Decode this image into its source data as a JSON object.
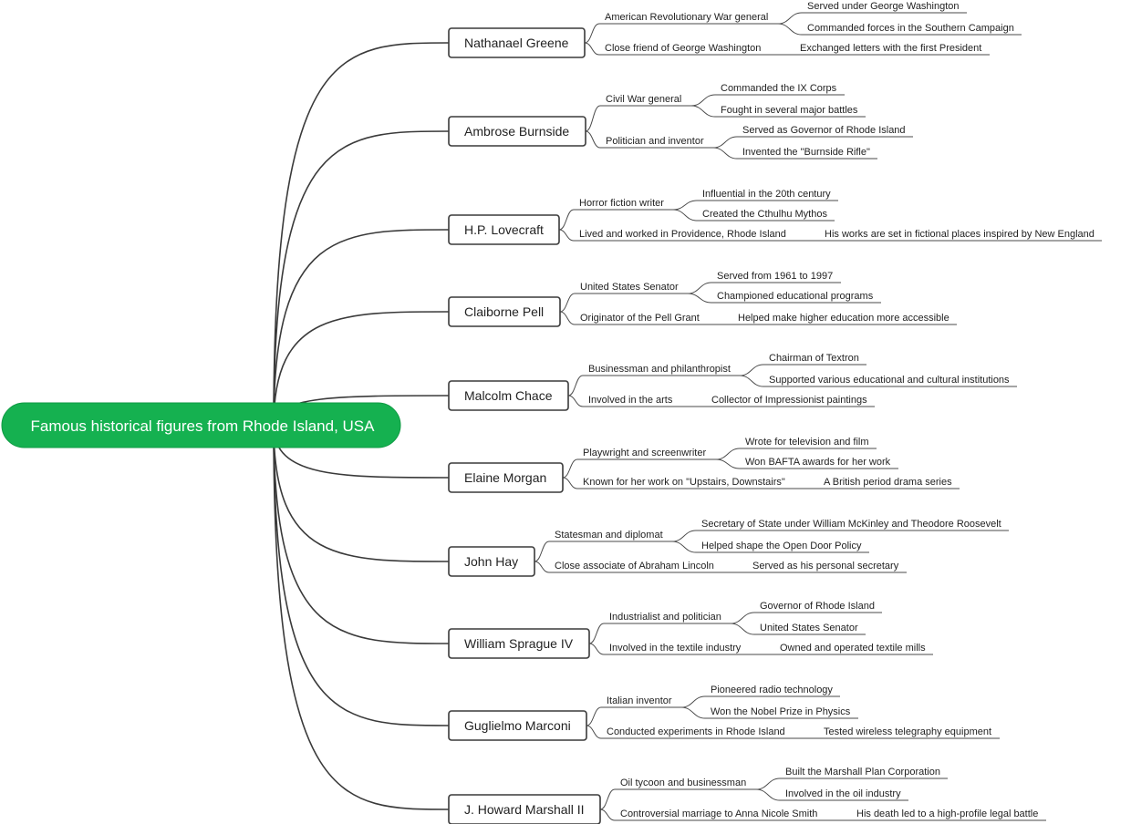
{
  "root": "Famous historical figures from Rhode Island, USA",
  "topics": [
    {
      "label": "Nathanael Greene",
      "branches": [
        {
          "label": "American Revolutionary War general",
          "children": [
            "Served under George Washington",
            "Commanded forces in the Southern Campaign"
          ]
        },
        {
          "label": "Close friend of George Washington",
          "children": [
            "Exchanged letters with the first President"
          ]
        }
      ]
    },
    {
      "label": "Ambrose Burnside",
      "branches": [
        {
          "label": "Civil War general",
          "children": [
            "Commanded the IX Corps",
            "Fought in several major battles"
          ]
        },
        {
          "label": "Politician and inventor",
          "children": [
            "Served as Governor of Rhode Island",
            "Invented the \"Burnside Rifle\""
          ]
        }
      ]
    },
    {
      "label": "H.P. Lovecraft",
      "branches": [
        {
          "label": "Horror fiction writer",
          "children": [
            "Influential in the 20th century",
            "Created the Cthulhu Mythos"
          ]
        },
        {
          "label": "Lived and worked in Providence, Rhode Island",
          "children": [
            "His works are set in fictional places inspired by New England"
          ]
        }
      ]
    },
    {
      "label": "Claiborne Pell",
      "branches": [
        {
          "label": "United States Senator",
          "children": [
            "Served from 1961 to 1997",
            "Championed educational programs"
          ]
        },
        {
          "label": "Originator of the Pell Grant",
          "children": [
            "Helped make higher education more accessible"
          ]
        }
      ]
    },
    {
      "label": "Malcolm Chace",
      "branches": [
        {
          "label": "Businessman and philanthropist",
          "children": [
            "Chairman of Textron",
            "Supported various educational and cultural institutions"
          ]
        },
        {
          "label": "Involved in the arts",
          "children": [
            "Collector of Impressionist paintings"
          ]
        }
      ]
    },
    {
      "label": "Elaine Morgan",
      "branches": [
        {
          "label": "Playwright and screenwriter",
          "children": [
            "Wrote for television and film",
            "Won BAFTA awards for her work"
          ]
        },
        {
          "label": "Known for her work on \"Upstairs, Downstairs\"",
          "children": [
            "A British period drama series"
          ]
        }
      ]
    },
    {
      "label": "John Hay",
      "branches": [
        {
          "label": "Statesman and diplomat",
          "children": [
            "Secretary of State under William McKinley and Theodore Roosevelt",
            "Helped shape the Open Door Policy"
          ]
        },
        {
          "label": "Close associate of Abraham Lincoln",
          "children": [
            "Served as his personal secretary"
          ]
        }
      ]
    },
    {
      "label": "William Sprague IV",
      "branches": [
        {
          "label": "Industrialist and politician",
          "children": [
            "Governor of Rhode Island",
            "United States Senator"
          ]
        },
        {
          "label": "Involved in the textile industry",
          "children": [
            "Owned and operated textile mills"
          ]
        }
      ]
    },
    {
      "label": "Guglielmo Marconi",
      "branches": [
        {
          "label": "Italian inventor",
          "children": [
            "Pioneered radio technology",
            "Won the Nobel Prize in Physics"
          ]
        },
        {
          "label": "Conducted experiments in Rhode Island",
          "children": [
            "Tested wireless telegraphy equipment"
          ]
        }
      ]
    },
    {
      "label": "J. Howard Marshall II",
      "branches": [
        {
          "label": "Oil tycoon and businessman",
          "children": [
            "Built the Marshall Plan Corporation",
            "Involved in the oil industry"
          ]
        },
        {
          "label": "Controversial marriage to Anna Nicole Smith",
          "children": [
            "His death led to a high-profile legal battle"
          ]
        }
      ]
    }
  ]
}
